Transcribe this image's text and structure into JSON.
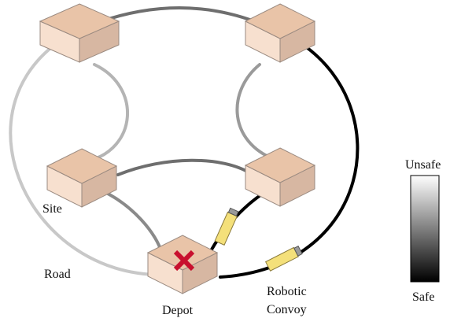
{
  "labels": {
    "site": "Site",
    "road": "Road",
    "depot": "Depot",
    "convoy_line1": "Robotic",
    "convoy_line2": "Convoy"
  },
  "scale": {
    "top_label": "Unsafe",
    "bottom_label": "Safe",
    "top_color": "#ffffff",
    "bottom_color": "#000000"
  },
  "colors": {
    "box_top": "#e9c4a8",
    "box_left": "#f7e0cf",
    "box_right": "#d7b7a2",
    "box_edge": "#9a8a80",
    "depot_mark": "#c8102e",
    "convoy_body": "#f4e07a",
    "convoy_cap": "#9a9a9a"
  },
  "icons": {
    "depot_mark": "red-cross-icon"
  }
}
